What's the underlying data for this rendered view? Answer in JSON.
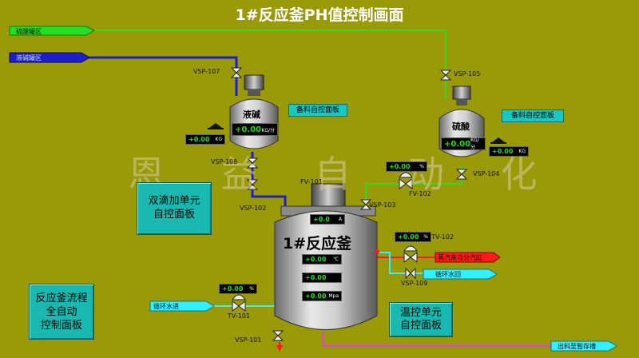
{
  "title": "1#反应釜PH值控制画面",
  "watermark": "恩 益 自 动 化",
  "pipes": {
    "sulfuric_zone": "硫酸罐区",
    "alkali_zone": "液碱罐区",
    "steam": "蒸汽来自分汽缸",
    "cooling_return": "循环水回",
    "cooling_in": "循环水进",
    "discharge": "出料至暂存槽"
  },
  "tanks": {
    "alkali": {
      "name": "液碱",
      "level": "+0.00",
      "level_unit": "KG/分",
      "weight": "+0.00",
      "weight_unit": "KG",
      "panel": "备料自控面板"
    },
    "acid": {
      "name": "硫酸",
      "level": "+0.00",
      "level_unit": "KG/分",
      "weight": "+0.00",
      "weight_unit": "KG",
      "panel": "备料自控面板"
    }
  },
  "reactor": {
    "name": "1#反应釜",
    "current": "+0.0",
    "current_unit": "A",
    "temp": "+0.00",
    "temp_unit": "℃",
    "value2": "+0.00",
    "value2_unit": "",
    "pressure": "+0.00",
    "pressure_unit": "Mpa"
  },
  "valves": {
    "vsp107": "VSP-107",
    "vsp108": "VSP-108",
    "vsp102": "VSP-102",
    "vsp105": "VSP-105",
    "vsp104": "VSP-104",
    "vsp103": "VSP-103",
    "vsp109": "VSP-109",
    "vsp101": "VSP-101",
    "fv101": "FV-101",
    "fv102": "FV-102",
    "tv102": "TV-102",
    "tv101": "TV-101"
  },
  "displays": {
    "fv102": {
      "value": "+0.00",
      "unit": "%"
    },
    "tv102": {
      "value": "+0.00",
      "unit": "%"
    },
    "tv101": {
      "value": "+0.00",
      "unit": "%"
    }
  },
  "panels": {
    "dual_drip": "双滴加单元\n自控面板",
    "reactor_auto": "反应釜流程\n全自动\n控制面板",
    "temp_control": "温控单元\n自控面板"
  },
  "colors": {
    "background": "#9a9a08",
    "alkali_pipe": "#1e1ecc",
    "acid_pipe": "#22e022",
    "water_pipe": "#33f0ff",
    "steam_pipe": "#ff1a1a",
    "discharge_pipe": "#e040e0"
  }
}
